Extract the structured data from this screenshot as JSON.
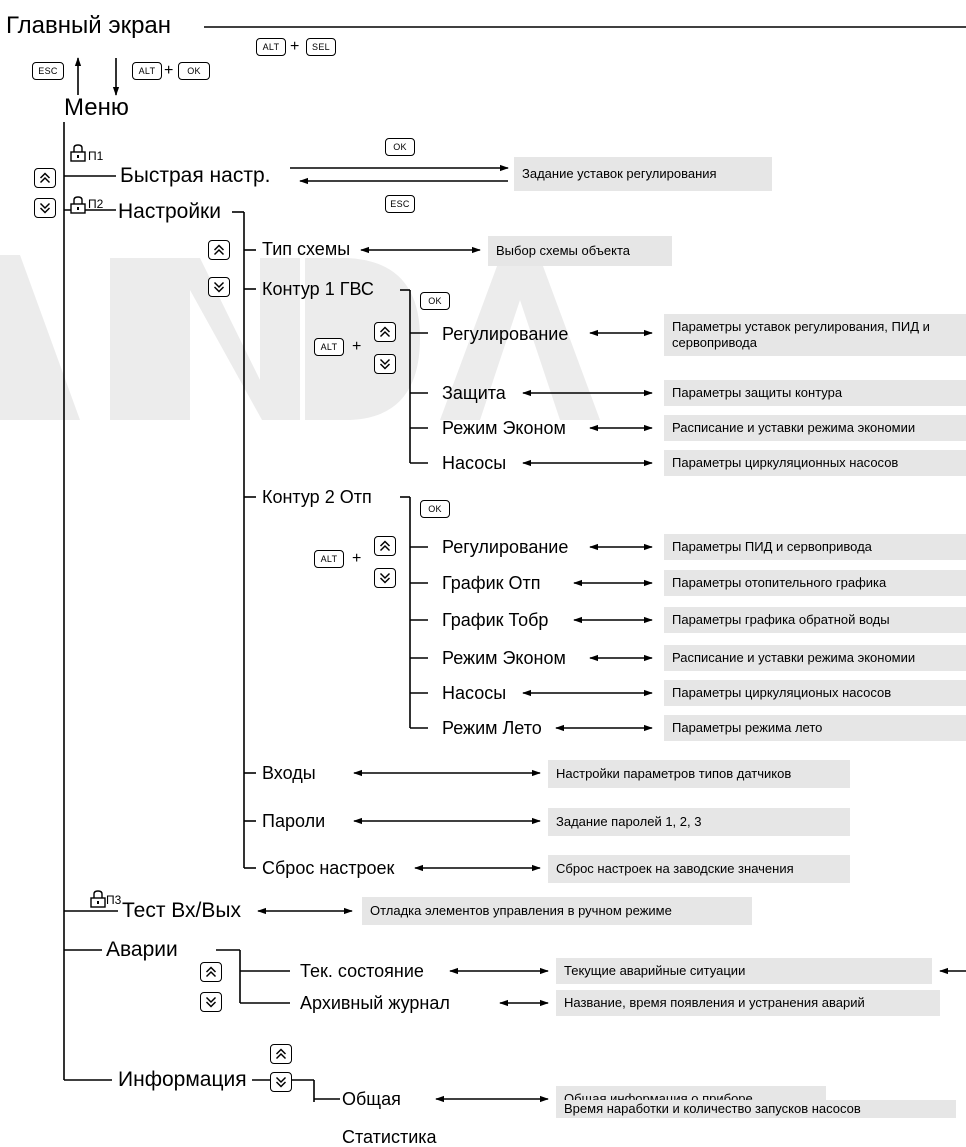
{
  "title": "Главный экран",
  "menu": "Меню",
  "keys": {
    "esc": "ESC",
    "alt": "ALT",
    "ok": "OK",
    "sel": "SEL",
    "plus": "+"
  },
  "levels": {
    "p1": "П1",
    "p2": "П2",
    "p3": "П3"
  },
  "quick_setup": {
    "label": "Быстрая настр.",
    "desc": "Задание уставок регулирования"
  },
  "settings": {
    "label": "Настройки",
    "scheme_type": {
      "label": "Тип схемы",
      "desc": "Выбор схемы объекта"
    },
    "circuit1": {
      "label": "Контур 1 ГВС",
      "items": [
        {
          "label": "Регулирование",
          "desc": "Параметры уставок регулирования, ПИД и сервопривода"
        },
        {
          "label": "Защита",
          "desc": "Параметры защиты контура"
        },
        {
          "label": "Режим Эконом",
          "desc": "Расписание и уставки режима экономии"
        },
        {
          "label": "Насосы",
          "desc": "Параметры циркуляционных насосов"
        }
      ]
    },
    "circuit2": {
      "label": "Контур 2 Отп",
      "items": [
        {
          "label": "Регулирование",
          "desc": "Параметры ПИД и сервопривода"
        },
        {
          "label": "График Отп",
          "desc": "Параметры отопительного графика"
        },
        {
          "label": "График Тобр",
          "desc": "Параметры графика обратной воды"
        },
        {
          "label": "Режим Эконом",
          "desc": "Расписание и уставки режима экономии"
        },
        {
          "label": "Насосы",
          "desc": "Параметры циркуляционых насосов"
        },
        {
          "label": "Режим Лето",
          "desc": "Параметры режима лето"
        }
      ]
    },
    "inputs": {
      "label": "Входы",
      "desc": "Настройки параметров типов датчиков"
    },
    "passwords": {
      "label": "Пароли",
      "desc": "Задание паролей 1, 2, 3"
    },
    "reset": {
      "label": "Сброс настроек",
      "desc": "Сброс настроек на заводские значения"
    }
  },
  "io_test": {
    "label": "Тест Вх/Вых",
    "desc": "Отладка элементов управления в ручном режиме"
  },
  "alarms": {
    "label": "Аварии",
    "items": [
      {
        "label": "Тек. состояние",
        "desc": "Текущие аварийные ситуации"
      },
      {
        "label": "Архивный журнал",
        "desc": "Название, время появления и устранения аварий"
      }
    ]
  },
  "info": {
    "label": "Информация",
    "items": [
      {
        "label": "Общая",
        "desc": "Общая информация о приборе"
      },
      {
        "label": "Статистика",
        "desc": "Время наработки и количество запусков насосов"
      }
    ]
  }
}
